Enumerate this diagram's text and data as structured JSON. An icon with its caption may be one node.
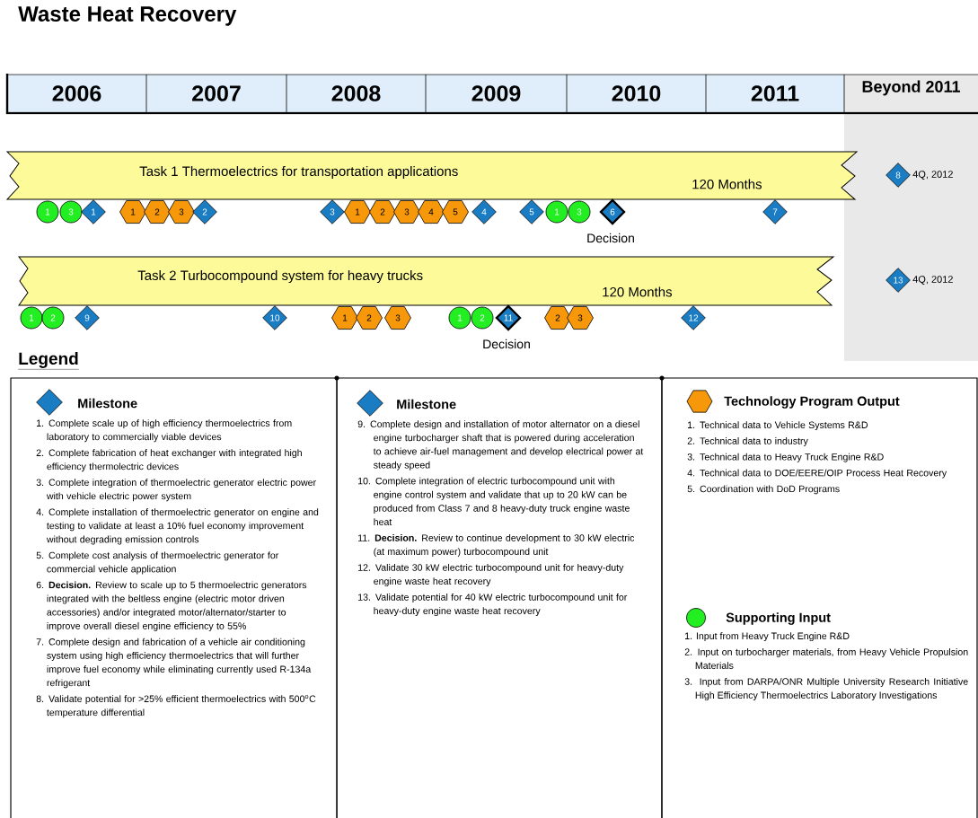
{
  "diagram": {
    "title": "Waste Heat Recovery",
    "nodes": [
      {
        "text": [
          "2006"
        ]
      },
      {
        "text": [
          "2007"
        ]
      },
      {
        "text": [
          "2008"
        ]
      },
      {
        "text": [
          "2009"
        ]
      },
      {
        "text": [
          "2010"
        ]
      },
      {
        "text": [
          "2011"
        ]
      },
      {
        "text": [
          "Beyond 2011"
        ]
      },
      {
        "text": [
          "Task 1 Thermoelectrics for transportation applications",
          "120 Months"
        ]
      },
      {
        "text": [
          "8"
        ],
        "beside": [
          "4Q, 2012"
        ]
      },
      {
        "text": [
          "1"
        ]
      },
      {
        "text": [
          "3"
        ]
      },
      {
        "text": [
          "1"
        ]
      },
      {
        "text": [
          "1"
        ]
      },
      {
        "text": [
          "2"
        ]
      },
      {
        "text": [
          "3"
        ]
      },
      {
        "text": [
          "2"
        ]
      },
      {
        "text": [
          "3"
        ]
      },
      {
        "text": [
          "1"
        ]
      },
      {
        "text": [
          "2"
        ]
      },
      {
        "text": [
          "3"
        ]
      },
      {
        "text": [
          "4"
        ]
      },
      {
        "text": [
          "5"
        ]
      },
      {
        "text": [
          "4"
        ]
      },
      {
        "text": [
          "5"
        ]
      },
      {
        "text": [
          "1"
        ]
      },
      {
        "text": [
          "3"
        ]
      },
      {
        "text": [
          "6"
        ],
        "beside": [
          "Decision"
        ]
      },
      {
        "text": [
          "7"
        ]
      },
      {
        "text": [
          "Task 2 Turbocompound system for heavy trucks",
          "120 Months"
        ]
      },
      {
        "text": [
          "13"
        ],
        "beside": [
          "4Q, 2012"
        ]
      },
      {
        "text": [
          "1"
        ]
      },
      {
        "text": [
          "2"
        ]
      },
      {
        "text": [
          "9"
        ]
      },
      {
        "text": [
          "10"
        ]
      },
      {
        "text": [
          "1"
        ]
      },
      {
        "text": [
          "2"
        ]
      },
      {
        "text": [
          "3"
        ]
      },
      {
        "text": [
          "1"
        ]
      },
      {
        "text": [
          "2"
        ]
      },
      {
        "text": [
          "11"
        ],
        "beside": [
          "Decision"
        ]
      },
      {
        "text": [
          "2"
        ]
      },
      {
        "text": [
          "3"
        ]
      },
      {
        "text": [
          "12"
        ]
      },
      {
        "text": [
          "Milestone",
          "1. Complete scale up of high efficiency thermoelectrics from laboratory to commercially viable devices",
          "2. Complete fabrication of heat exchanger with integrated high efficiency thermolectric devices",
          "3. Complete integration of thermoelectric generator electric power with vehicle electric power system",
          "4. Complete installation of thermoelectric generator on engine and testing to validate at least a 10% fuel economy improvement without degrading emission controls",
          "5. Complete cost analysis of thermoelectric generator for commercial vehicle application",
          "6. **Decision.** Review to scale up to 5 thermoelectric generators integrated with the beltless engine (electric motor driven accessories) and/or integrated motor/alternator/starter to improve overall diesel engine efficiency to 55%",
          "7. Complete design and fabrication of a vehicle air conditioning system using high efficiency thermoelectrics that will further improve fuel economy while eliminating currently used R-134a refrigerant",
          "8. Validate potential for >25% efficient thermoelectrics with 500$^{o}$C temperature differential"
        ]
      },
      {
        "text": [
          "Milestone",
          "9. Complete design and installation of motor alternator on a diesel engine turbocharger shaft that is powered during acceleration to achieve air-fuel management and develop electrical power at steady speed",
          "10. Complete integration of electric turbocompound unit with engine control system and validate that up to 20 kW can be produced from Class 7 and 8 heavy-duty truck engine waste heat",
          "11. **Decision.** Review to continue development to 30 kW electric (at maximum power) turbocompound unit",
          "12. Validate 30 kW electric turbocompound unit for heavy-duty engine waste heat recovery",
          "13. Validate potential for 40 kW electric turbocompound unit for heavy-duty engine waste heat recovery"
        ]
      },
      {
        "text": [
          "Technology Program Output",
          "1. Technical data to Vehicle Systems R&D",
          "2. Technical data to industry",
          "3. Technical data to Heavy Truck Engine R&D",
          "4. Technical data to DOE/EERE/OIP Process Heat Recovery",
          "5. Coordination with DoD Programs",
          "Supporting Input",
          "1. Input from Heavy Truck Engine R&D",
          "2. Input on turbocharger materials, from Heavy Vehicle Propulsion Materials",
          "3. Input from DARPA/ONR Multiple University Research Initiative High Efficiency Thermoelectrics Laboratory Investigations"
        ]
      }
    ],
    "labels": [
      "Legend"
    ]
  }
}
